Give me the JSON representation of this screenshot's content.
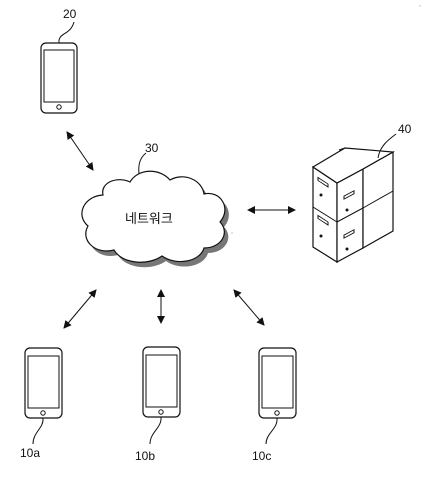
{
  "labels": {
    "phone_top": "20",
    "network": "30",
    "server": "40",
    "device_a": "10a",
    "device_b": "10b",
    "device_c": "10c"
  },
  "network_text": "네트워크",
  "colors": {
    "stroke": "#111111",
    "background": "#ffffff"
  }
}
